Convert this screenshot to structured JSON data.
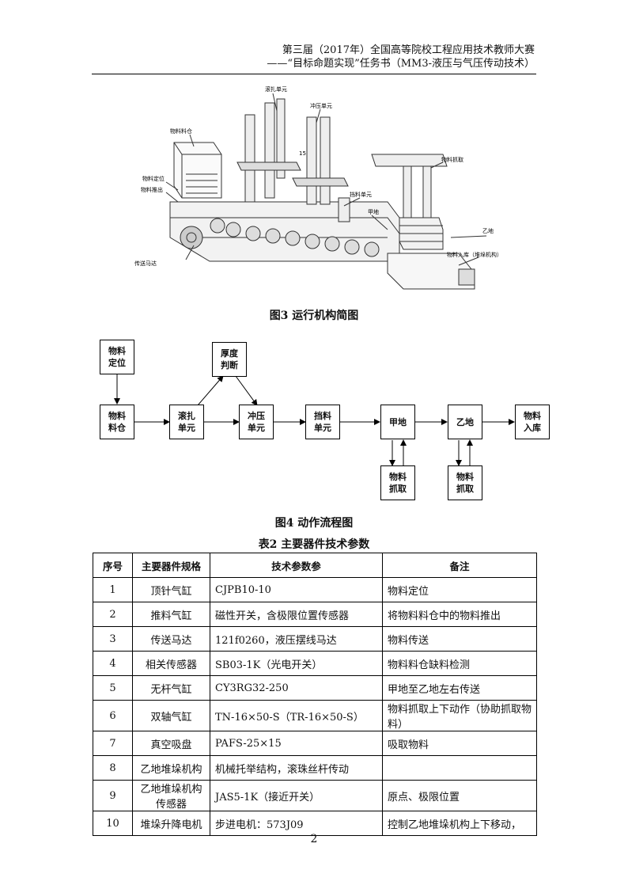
{
  "header": {
    "line1": "第三届（2017年）全国高等院校工程应用技术教师大赛",
    "line2": "——“目标命题实现”任务书（MM3-液压与气压传动技术）"
  },
  "figure3": {
    "caption": "图3  运行机构简图",
    "labels": {
      "rolling_unit": "滚扎单元",
      "punch_unit": "冲压单元",
      "bin": "物料料仓",
      "positioning": "物料定位",
      "push_out": "物料推出",
      "number": "15",
      "stop_unit": "挡料单元",
      "area_a": "甲地",
      "grab": "物料抓取",
      "area_b": "乙地",
      "storage": "物料入库（堆垛机构）",
      "motor": "传送马达"
    }
  },
  "flow": {
    "caption": "图4  动作流程图",
    "positioning": [
      "物料",
      "定位"
    ],
    "thickness": [
      "厚度",
      "判断"
    ],
    "bin": [
      "物料",
      "料仓"
    ],
    "rolling": [
      "滚扎",
      "单元"
    ],
    "punch": [
      "冲压",
      "单元"
    ],
    "stop": [
      "挡料",
      "单元"
    ],
    "area_a": "甲地",
    "area_b": "乙地",
    "storage": [
      "物料",
      "入库"
    ],
    "grab_a": [
      "物料",
      "抓取"
    ],
    "grab_b": [
      "物料",
      "抓取"
    ]
  },
  "table": {
    "caption": "表2  主要器件技术参数",
    "headers": [
      "序号",
      "主要器件规格",
      "技术参数参",
      "备注"
    ],
    "rows": [
      [
        "1",
        "顶针气缸",
        "CJPB10-10",
        "物料定位"
      ],
      [
        "2",
        "推料气缸",
        "磁性开关，含极限位置传感器",
        "将物料料仓中的物料推出"
      ],
      [
        "3",
        "传送马达",
        "121f0260，液压摆线马达",
        "物料传送"
      ],
      [
        "4",
        "相关传感器",
        "SB03-1K（光电开关）",
        "物料料仓缺料检测"
      ],
      [
        "5",
        "无杆气缸",
        "CY3RG32-250",
        "甲地至乙地左右传送"
      ],
      [
        "6",
        "双轴气缸",
        "TN-16×50-S（TR-16×50-S）",
        "物料抓取上下动作（协助抓取物料）"
      ],
      [
        "7",
        "真空吸盘",
        "PAFS-25×15",
        "吸取物料"
      ],
      [
        "8",
        "乙地堆垛机构",
        "机械托举结构，滚珠丝杆传动",
        ""
      ],
      [
        "9",
        "乙地堆垛机构传感器",
        "JAS5-1K（接近开关）",
        "原点、极限位置"
      ],
      [
        "10",
        "堆垛升降电机",
        "步进电机：573J09",
        "控制乙地堆垛机构上下移动，"
      ]
    ]
  },
  "page_number": "2"
}
